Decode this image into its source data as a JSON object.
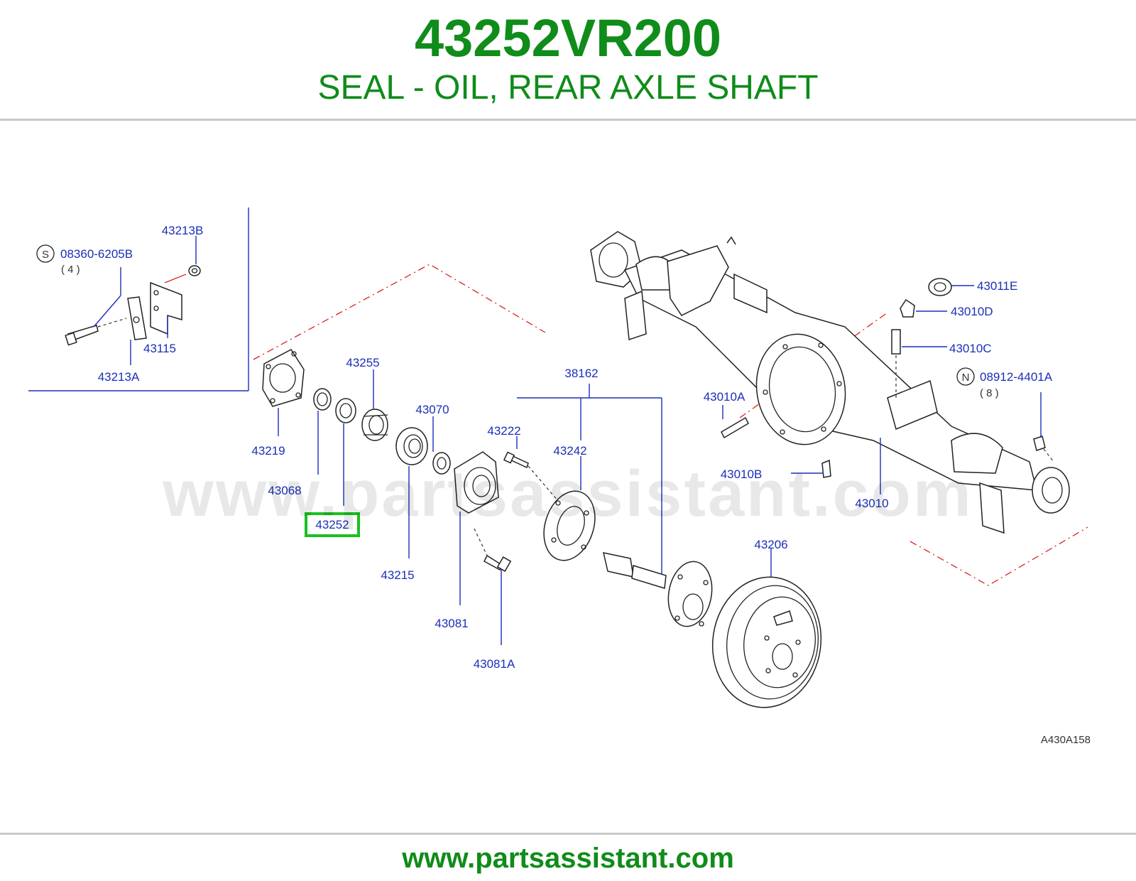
{
  "header": {
    "part_number": "43252VR200",
    "part_name": "SEAL - OIL, REAR AXLE SHAFT"
  },
  "watermark": "www.partsassistant.com",
  "footer": {
    "url": "www.partsassistant.com"
  },
  "diagram": {
    "code": "A430A158",
    "selected_callout": "43252",
    "callouts": {
      "c43213B": "43213B",
      "c08360": "08360-6205B",
      "c08360_qty": "( 4 )",
      "c43115": "43115",
      "c43213A": "43213A",
      "c43255": "43255",
      "c43219": "43219",
      "c43068": "43068",
      "c43252": "43252",
      "c43070": "43070",
      "c43215": "43215",
      "c43222": "43222",
      "c38162": "38162",
      "c43242": "43242",
      "c43081": "43081",
      "c43081A": "43081A",
      "c43206": "43206",
      "c43011E": "43011E",
      "c43010D": "43010D",
      "c43010C": "43010C",
      "c08912": "08912-4401A",
      "c08912_qty": "( 8 )",
      "c43010A": "43010A",
      "c43010B": "43010B",
      "c43010": "43010"
    },
    "markers": {
      "s_marker": "S",
      "n_marker": "N"
    },
    "colors": {
      "brand_green": "#0f8c1a",
      "callout_blue": "#1a2fb8",
      "highlight_green": "#19c11f",
      "rule_gray": "#c9c9c9",
      "dash_red": "#dd2222"
    }
  }
}
